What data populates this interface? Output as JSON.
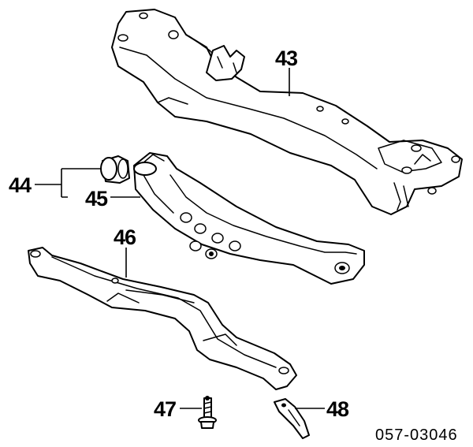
{
  "diagram": {
    "callouts": {
      "c43": "43",
      "c44": "44",
      "c45": "45",
      "c46": "46",
      "c47": "47",
      "c48": "48"
    },
    "figure_code": "057-03046"
  }
}
